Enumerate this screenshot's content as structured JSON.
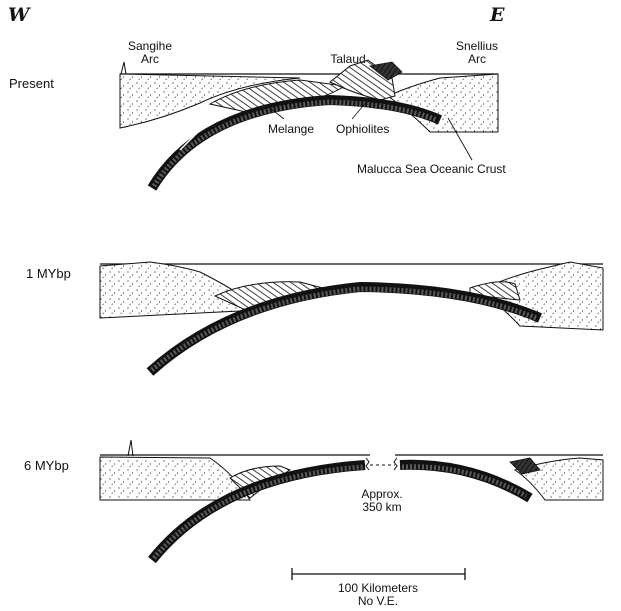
{
  "compass": {
    "west": "W",
    "east": "E"
  },
  "stages": {
    "present": "Present",
    "one_myr": "1 MYbp",
    "six_myr": "6 MYbp"
  },
  "labels": {
    "sangihe_line1": "Sangihe",
    "sangihe_line2": "Arc",
    "talaud": "Talaud",
    "snellius_line1": "Snellius",
    "snellius_line2": "Arc",
    "melange": "Melange",
    "ophiolites": "Ophiolites",
    "malucca_crust": "Malucca Sea Oceanic Crust",
    "gap_line1": "Approx.",
    "gap_line2": "350 km"
  },
  "scale_bar": {
    "distance": "100 Kilometers",
    "note": "No V.E."
  },
  "colors": {
    "ink": "#111111",
    "paper": "#ffffff"
  }
}
